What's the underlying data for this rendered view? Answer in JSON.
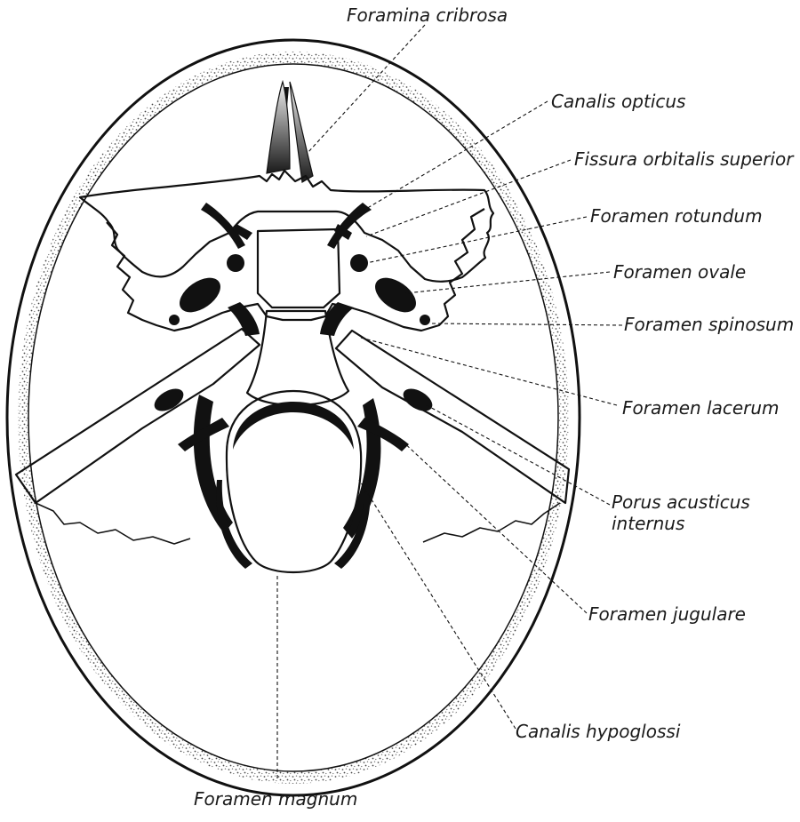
{
  "labels": {
    "foramina_cribrosa": "Foramina cribrosa",
    "canalis_opticus": "Canalis opticus",
    "fissura_orbitalis_superior": "Fissura orbitalis superior",
    "foramen_rotundum": "Foramen rotundum",
    "foramen_ovale": "Foramen ovale",
    "foramen_spinosum": "Foramen spinosum",
    "foramen_lacerum": "Foramen lacerum",
    "porus_acusticus_line1": "Porus acusticus",
    "porus_acusticus_line2": "internus",
    "foramen_jugulare": "Foramen jugulare",
    "canalis_hypoglossi": "Canalis hypoglossi",
    "foramen_magnum": "Foramen magnum"
  },
  "colors": {
    "ink": "#111111",
    "bone_speckle": "#555555",
    "background": "#ffffff"
  }
}
